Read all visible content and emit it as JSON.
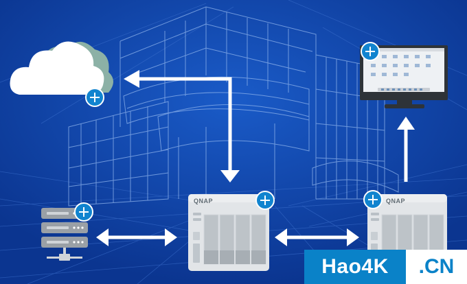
{
  "nas": {
    "brand": "QNAP"
  },
  "watermark": {
    "left_text": "Hao4K",
    "right_text": ".CN"
  },
  "colors": {
    "background": "#0d3e9c",
    "plus_badge": "#1184cf",
    "arrow": "#ffffff",
    "watermark_left": "#0a82c8"
  },
  "icons": [
    "cloud-icon",
    "monitor-icon",
    "server-rack-icon",
    "nas-center-icon",
    "nas-right-icon",
    "plus-badge-icon",
    "arrow-icon"
  ]
}
